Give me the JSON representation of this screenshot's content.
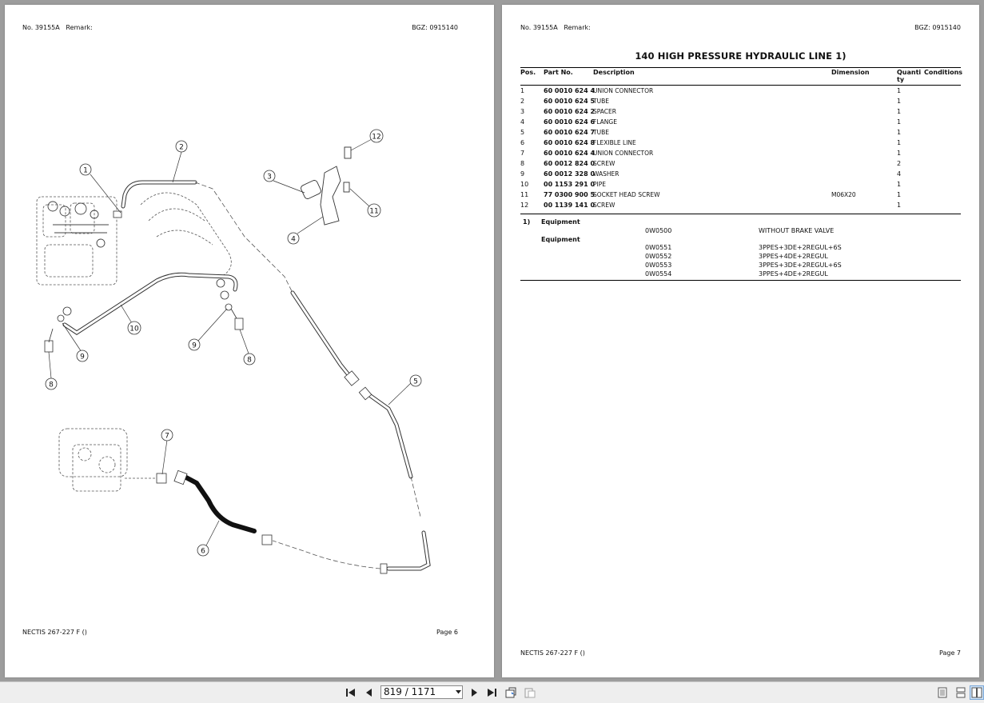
{
  "left_page": {
    "header_no": "No. 39155A",
    "header_remark": "Remark:",
    "header_bgz": "BGZ: 0915140",
    "footer_model": "NECTIS 267-227 F ()",
    "footer_page": "Page 6",
    "callouts": [
      "1",
      "2",
      "3",
      "4",
      "5",
      "6",
      "7",
      "8",
      "8",
      "9",
      "9",
      "10",
      "11",
      "12"
    ]
  },
  "right_page": {
    "header_no": "No. 39155A",
    "header_remark": "Remark:",
    "header_bgz": "BGZ: 0915140",
    "title": "140 HIGH PRESSURE HYDRAULIC LINE  1)",
    "columns": {
      "pos": "Pos.",
      "part_no": "Part No.",
      "description": "Description",
      "dimension": "Dimension",
      "quantity_a": "Quanti",
      "quantity_b": "ty",
      "conditions": "Conditions"
    },
    "rows": [
      {
        "pos": "1",
        "part": "60 0010 624 4",
        "desc": "UNION CONNECTOR",
        "dim": "",
        "qty": "1"
      },
      {
        "pos": "2",
        "part": "60 0010 624 5",
        "desc": "TUBE",
        "dim": "",
        "qty": "1"
      },
      {
        "pos": "3",
        "part": "60 0010 624 2",
        "desc": "SPACER",
        "dim": "",
        "qty": "1"
      },
      {
        "pos": "4",
        "part": "60 0010 624 6",
        "desc": "FLANGE",
        "dim": "",
        "qty": "1"
      },
      {
        "pos": "5",
        "part": "60 0010 624 7",
        "desc": "TUBE",
        "dim": "",
        "qty": "1"
      },
      {
        "pos": "6",
        "part": "60 0010 624 8",
        "desc": "FLEXIBLE LINE",
        "dim": "",
        "qty": "1"
      },
      {
        "pos": "7",
        "part": "60 0010 624 4",
        "desc": "UNION CONNECTOR",
        "dim": "",
        "qty": "1"
      },
      {
        "pos": "8",
        "part": "60 0012 824 0",
        "desc": "SCREW",
        "dim": "",
        "qty": "2"
      },
      {
        "pos": "9",
        "part": "60 0012 328 0",
        "desc": "WASHER",
        "dim": "",
        "qty": "4"
      },
      {
        "pos": "10",
        "part": "00 1153 291 0",
        "desc": "PIPE",
        "dim": "",
        "qty": "1"
      },
      {
        "pos": "11",
        "part": "77 0300 900 5",
        "desc": "SOCKET HEAD SCREW",
        "dim": "M06X20",
        "qty": "1"
      },
      {
        "pos": "12",
        "part": "00 1139 141 0",
        "desc": "SCREW",
        "dim": "",
        "qty": "1"
      }
    ],
    "note_marker": "1)",
    "note_label_1": "Equipment",
    "note_code_1": "0W0500",
    "note_value_1": "WITHOUT BRAKE VALVE",
    "note_label_2": "Equipment",
    "equipment": [
      {
        "code": "0W0551",
        "value": "3PPES+3DE+2REGUL+6S"
      },
      {
        "code": "0W0552",
        "value": "3PPES+4DE+2REGUL"
      },
      {
        "code": "0W0553",
        "value": "3PPES+3DE+2REGUL+6S"
      },
      {
        "code": "0W0554",
        "value": "3PPES+4DE+2REGUL"
      }
    ],
    "footer_model": "NECTIS 267-227 F ()",
    "footer_page": "Page 7"
  },
  "toolbar": {
    "page_indicator": "819 / 1171",
    "icons": [
      "first-page-icon",
      "previous-page-icon",
      "next-page-icon",
      "last-page-icon",
      "rotate-icon",
      "extract-icon",
      "single-page-view-icon",
      "continuous-view-icon",
      "two-page-view-icon"
    ]
  }
}
